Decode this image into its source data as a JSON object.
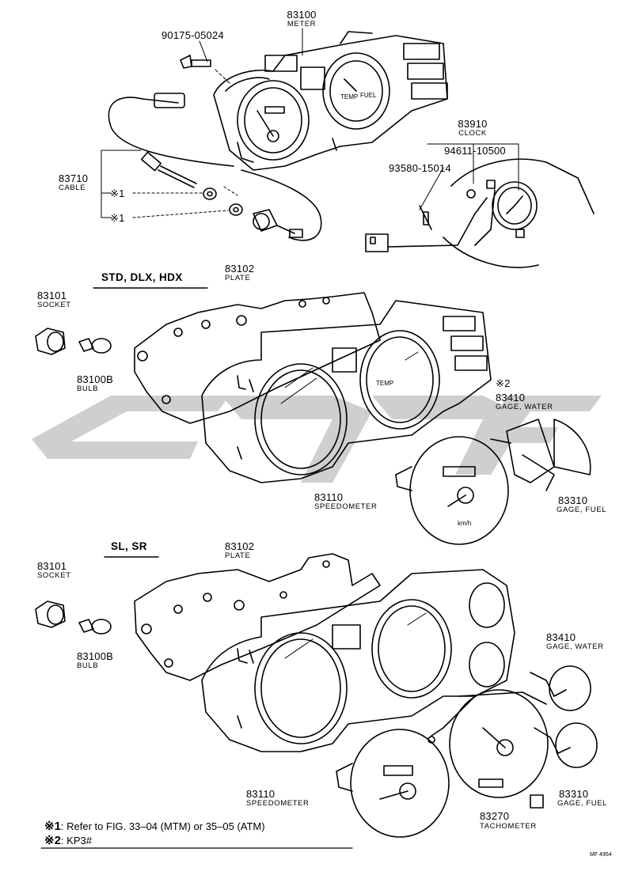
{
  "section_headers": {
    "std": "STD, DLX, HDX",
    "sl": "SL, SR"
  },
  "parts": {
    "meter": {
      "number": "83100",
      "name": "METER"
    },
    "screw": {
      "number": "90175-05024"
    },
    "cable": {
      "number": "83710",
      "name": "CABLE"
    },
    "clock": {
      "number": "83910",
      "name": "CLOCK"
    },
    "clock_screw": {
      "number": "94611-10500"
    },
    "clock_nut": {
      "number": "93580-15014"
    },
    "plate_std": {
      "number": "83102",
      "name": "PLATE"
    },
    "socket_std": {
      "number": "83101",
      "name": "SOCKET"
    },
    "bulb_std": {
      "number": "83100B",
      "name": "BULB"
    },
    "gage_water_std": {
      "number": "83410",
      "name": "GAGE, WATER"
    },
    "speedometer_std": {
      "number": "83110",
      "name": "SPEEDOMETER"
    },
    "gage_fuel_std": {
      "number": "83310",
      "name": "GAGE, FUEL"
    },
    "plate_sl": {
      "number": "83102",
      "name": "PLATE"
    },
    "socket_sl": {
      "number": "83101",
      "name": "SOCKET"
    },
    "bulb_sl": {
      "number": "83100B",
      "name": "BULB"
    },
    "gage_water_sl": {
      "number": "83410",
      "name": "GAGE, WATER"
    },
    "speedometer_sl": {
      "number": "83110",
      "name": "SPEEDOMETER"
    },
    "tachometer": {
      "number": "83270",
      "name": "TACHOMETER"
    },
    "gage_fuel_sl": {
      "number": "83310",
      "name": "GAGE, FUEL"
    }
  },
  "markers": {
    "ref1a": "※1",
    "ref1b": "※1",
    "ref2": "※2"
  },
  "dial_text": {
    "temp": "TEMP",
    "fuel": "FUEL",
    "temp_std": "TEMP",
    "unit": "km/h"
  },
  "notes": [
    {
      "mark": "※1",
      "text": ": Refer to FIG. 33–04 (MTM) or 35–05 (ATM)"
    },
    {
      "mark": "※2",
      "text": ": KP3#"
    }
  ],
  "drawing_code": "MF 4954",
  "colors": {
    "line": "#000000",
    "watermark": "#cfcfcf"
  }
}
